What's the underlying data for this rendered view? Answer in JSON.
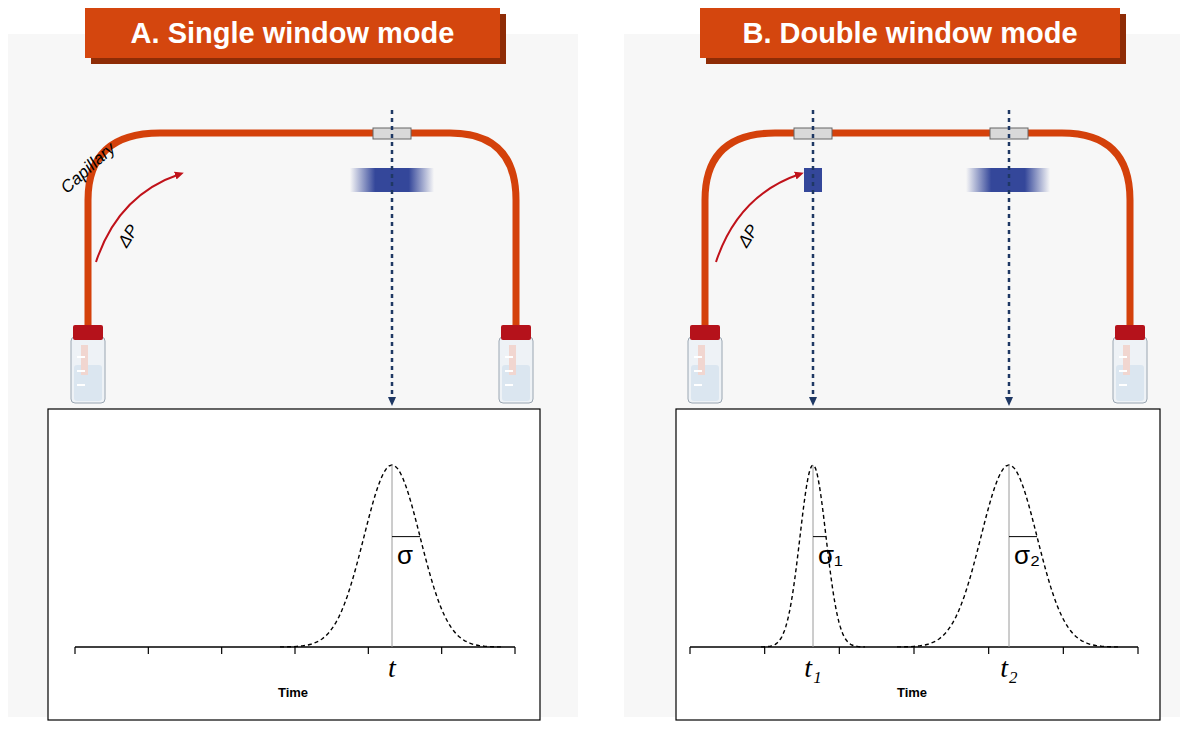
{
  "diagram": {
    "nodes": [
      {
        "text": [
          "A. Single window mode"
        ]
      },
      {
        "text": [
          "B. Double window mode"
        ]
      }
    ],
    "labels": [
      "Capillary",
      "ΔP",
      "σ",
      "t",
      "Time",
      "ΔP",
      "σ₁",
      "t₁",
      "σ₂",
      "t₂",
      "Time"
    ]
  }
}
